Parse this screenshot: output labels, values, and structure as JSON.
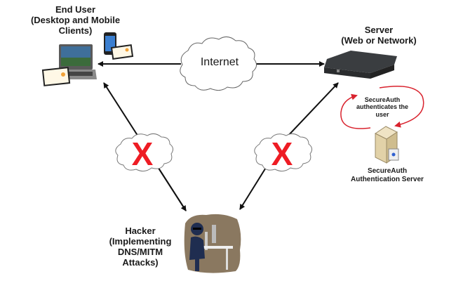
{
  "end_user": {
    "line1": "End User",
    "line2": "(Desktop and Mobile",
    "line3": "Clients)"
  },
  "server": {
    "line1": "Server",
    "line2": "(Web or Network)"
  },
  "internet": {
    "label": "Internet"
  },
  "secureauth_loop": {
    "line1": "SecureAuth",
    "line2": "authenticates the",
    "line3": "user"
  },
  "secureauth_server": {
    "line1": "SecureAuth",
    "line2": "Authentication Server"
  },
  "hacker": {
    "line1": "Hacker",
    "line2": "(Implementing",
    "line3": "DNS/MITM",
    "line4": "Attacks)"
  },
  "blocked_mark": "X",
  "colors": {
    "block_red": "#ee1c24",
    "loop_red": "#d9232e",
    "arrow": "#111111"
  }
}
